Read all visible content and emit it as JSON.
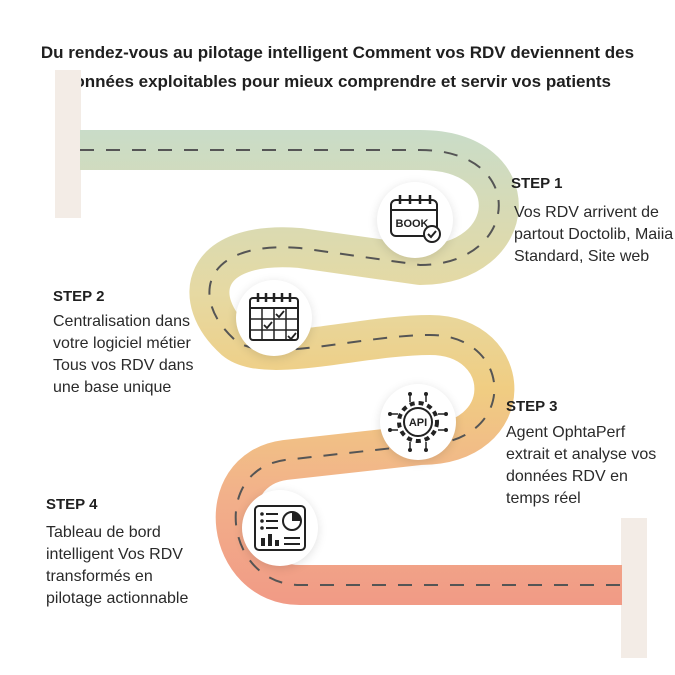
{
  "title": "Du rendez-vous au pilotage intelligent Comment vos RDV deviennent des données exploitables pour mieux comprendre et servir vos patients",
  "colors": {
    "road_start": "#c9dcc8",
    "road_mid": "#eed28a",
    "road_end": "#f19c86",
    "post": "#f3ece6",
    "dash": "#555555"
  },
  "steps": [
    {
      "label": "STEP 1",
      "text": "Vos RDV arrivent de partout Doctolib, Maiia Standard, Site web",
      "icon": "calendar-book-icon",
      "icon_text": "BOOK"
    },
    {
      "label": "STEP 2",
      "text": "Centralisation dans votre logiciel métier Tous vos RDV dans une base unique",
      "icon": "calendar-grid-icon"
    },
    {
      "label": "STEP 3",
      "text": "Agent OphtaPerf extrait et analyse vos données RDV en temps réel",
      "icon": "api-gear-icon",
      "icon_text": "API"
    },
    {
      "label": "STEP 4",
      "text": "Tableau de bord intelligent Vos RDV transformés en pilotage actionnable",
      "icon": "dashboard-icon"
    }
  ]
}
